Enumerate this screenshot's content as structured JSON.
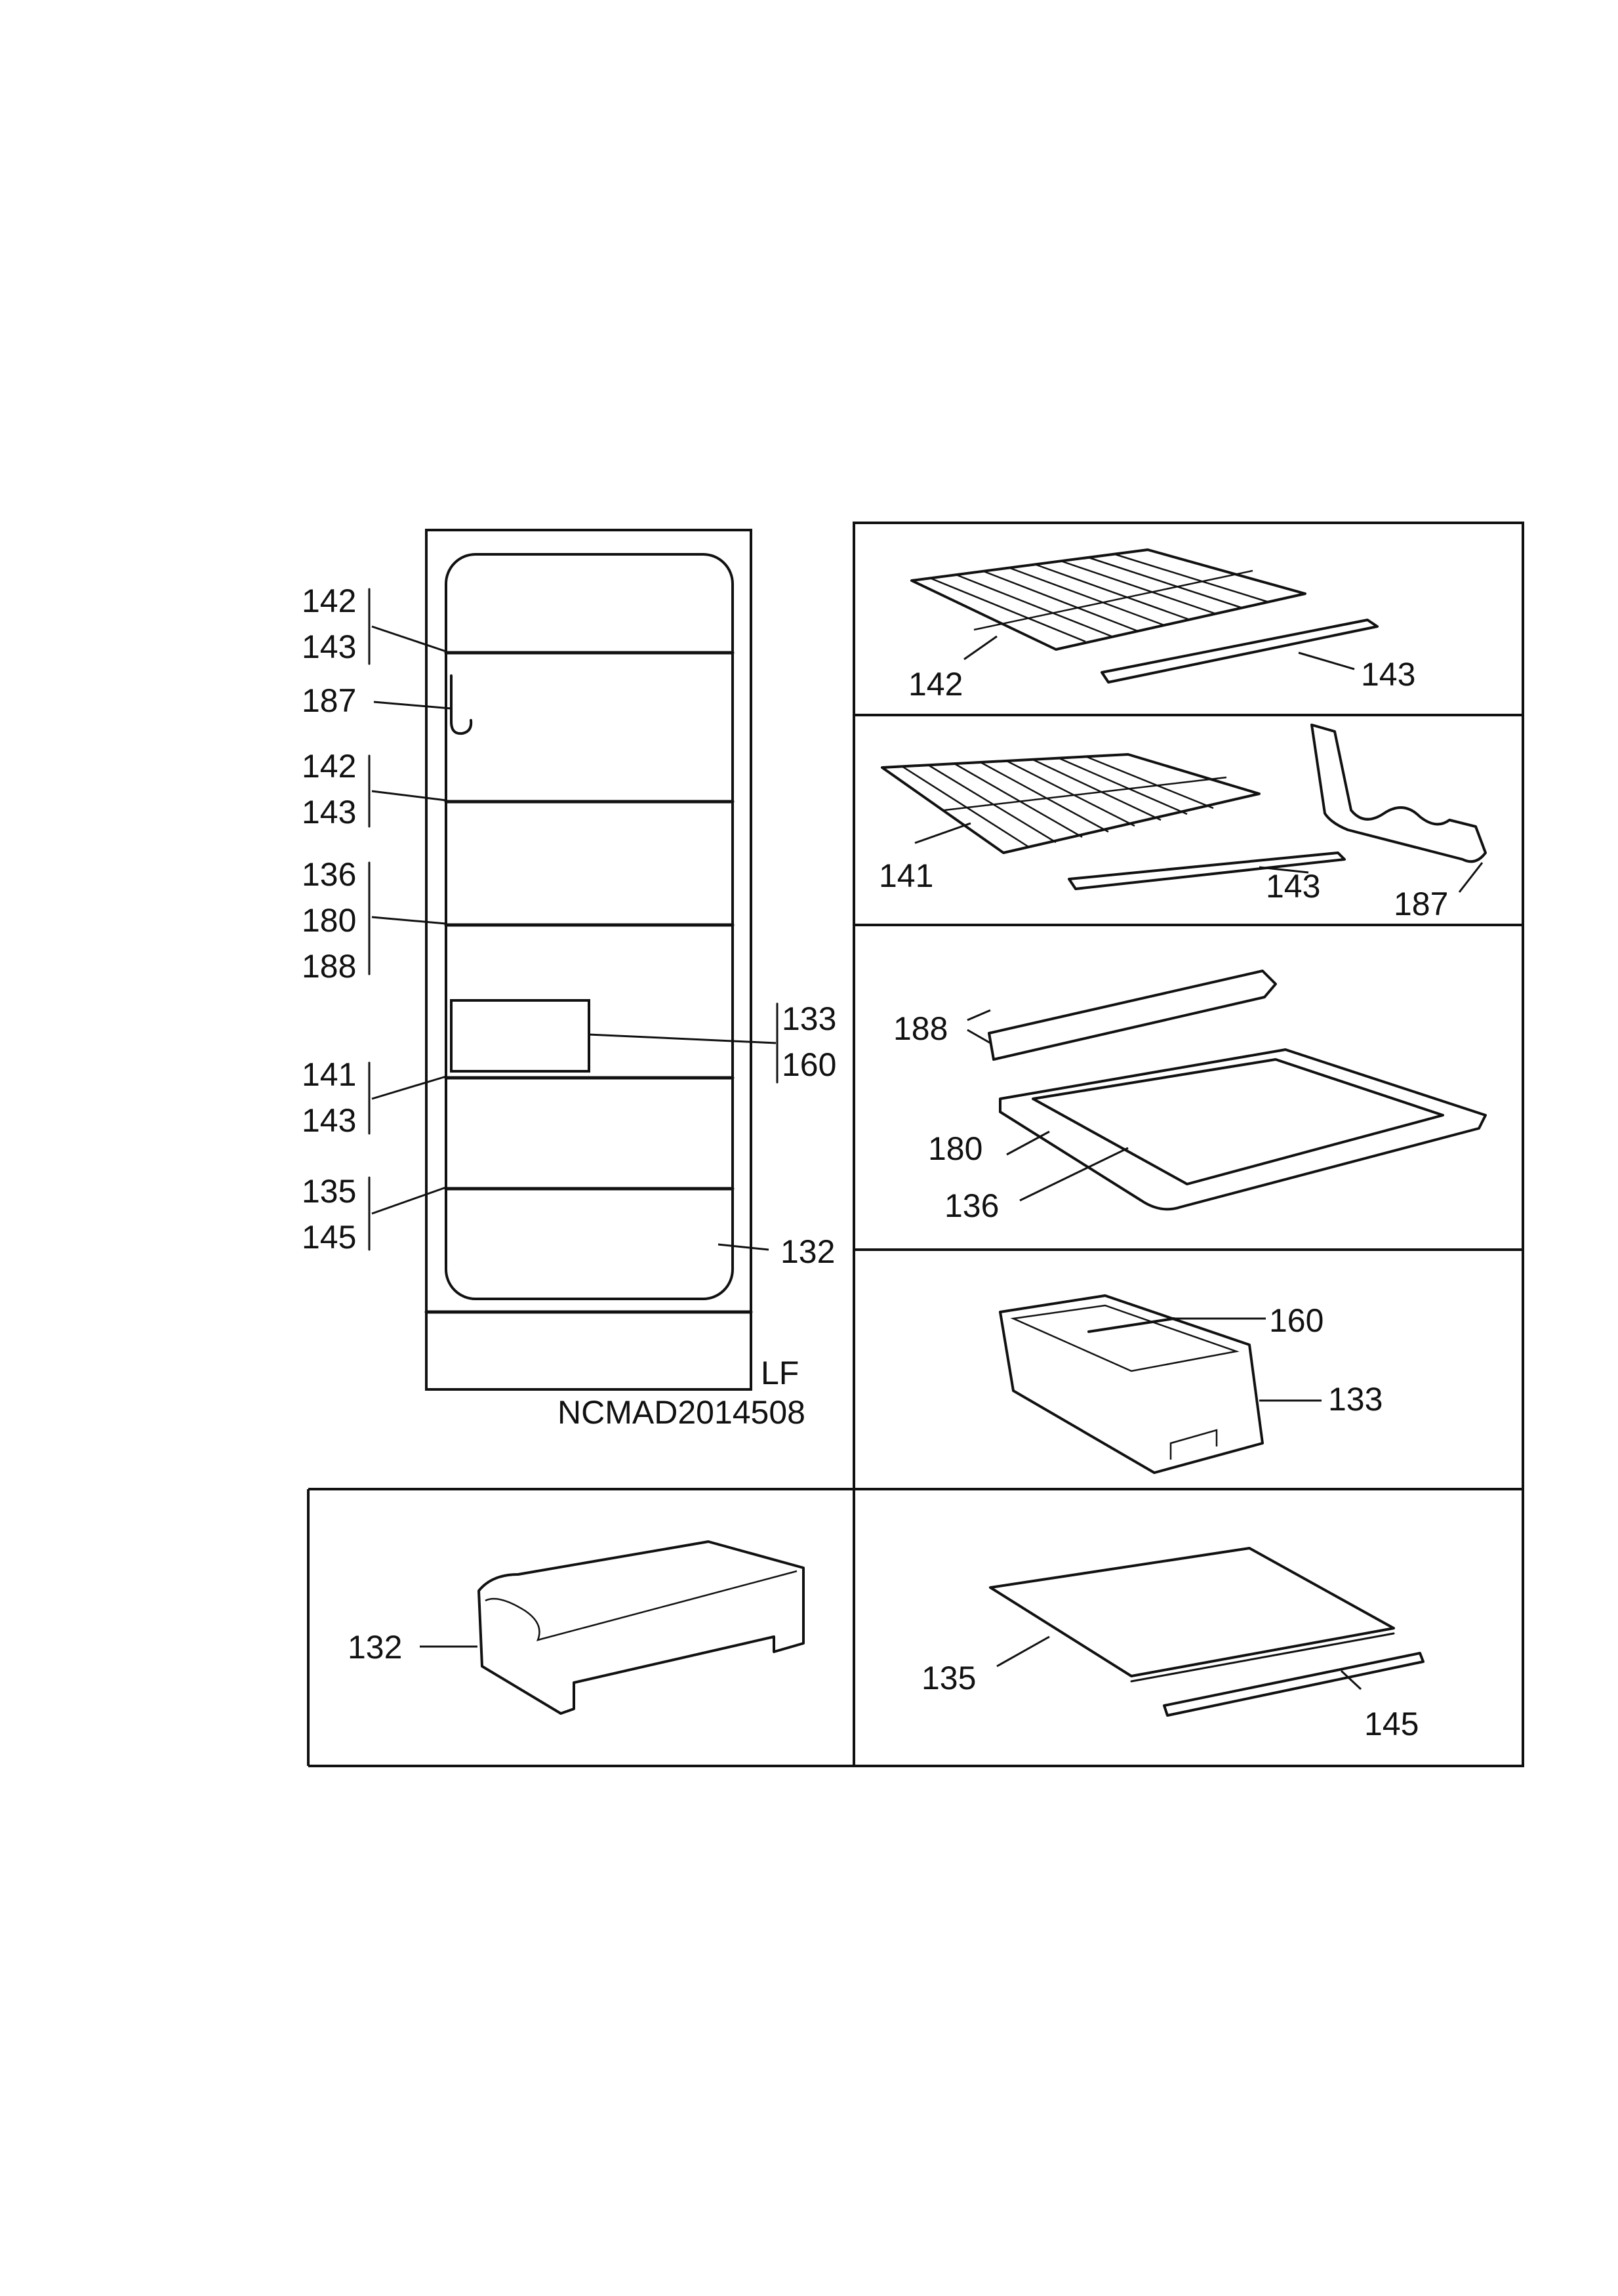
{
  "overview": {
    "labels": {
      "a142": "142",
      "a143": "143",
      "b187": "187",
      "c142": "142",
      "c143": "143",
      "d136": "136",
      "d180": "180",
      "d188": "188",
      "e141": "141",
      "e143": "143",
      "f135": "135",
      "f145": "145",
      "g133": "133",
      "g160": "160",
      "h132": "132"
    },
    "variant_code": "LF",
    "drawing_code": "NCMAD2014508"
  },
  "panels": {
    "p1": {
      "l142": "142",
      "l143": "143"
    },
    "p2": {
      "l141": "141",
      "l143": "143",
      "l187": "187"
    },
    "p3": {
      "l188": "188",
      "l180": "180",
      "l136": "136"
    },
    "p4": {
      "l160": "160",
      "l133": "133"
    },
    "p5": {
      "l132": "132"
    },
    "p6": {
      "l135": "135",
      "l145": "145"
    }
  }
}
